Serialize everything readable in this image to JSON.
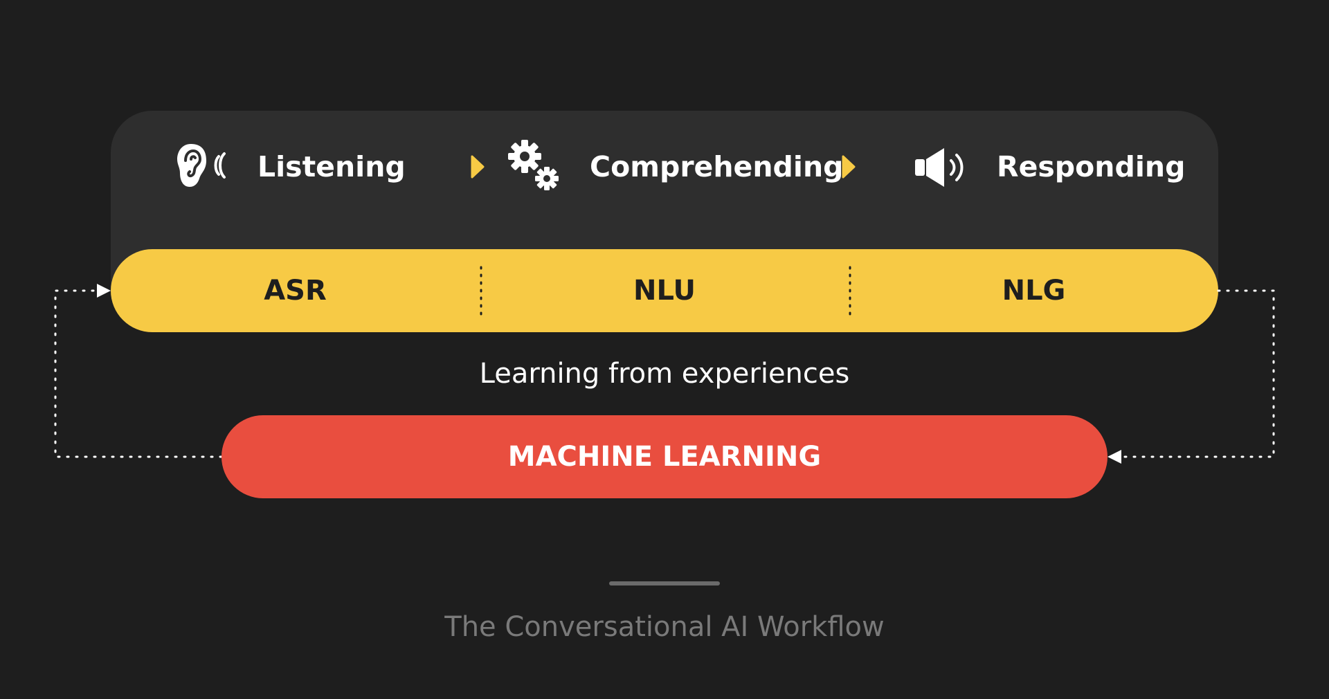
{
  "stages": [
    {
      "label": "Listening",
      "icon": "ear-icon"
    },
    {
      "label": "Comprehending",
      "icon": "gears-icon"
    },
    {
      "label": "Responding",
      "icon": "speaker-icon"
    }
  ],
  "technologies": [
    {
      "label": "ASR"
    },
    {
      "label": "NLU"
    },
    {
      "label": "NLG"
    }
  ],
  "learning_text": "Learning from experiences",
  "machine_learning_label": "MACHINE LEARNING",
  "caption": "The Conversational AI Workflow",
  "colors": {
    "background": "#1e1e1e",
    "panel": "#2e2e2e",
    "yellow": "#f7ca45",
    "red": "#e94e3f",
    "text": "#ffffff",
    "caption": "#7a7a7a"
  }
}
